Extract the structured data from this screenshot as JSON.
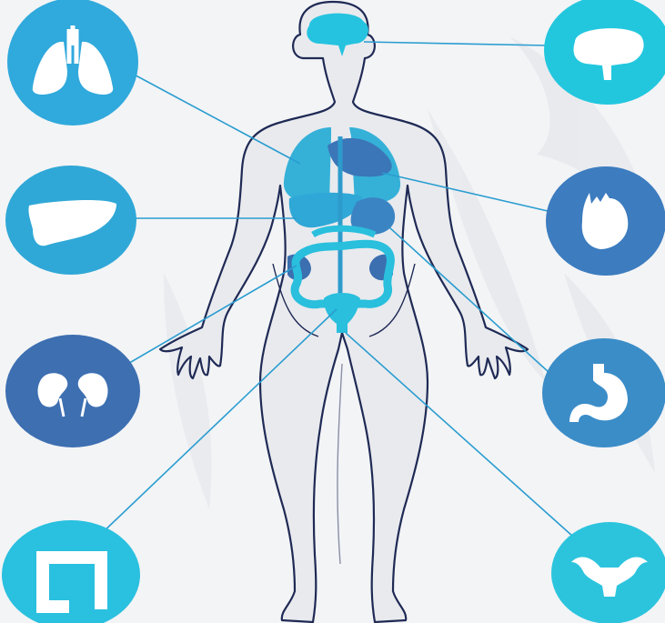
{
  "colors": {
    "background": "#f3f4f6",
    "watermark": "#e8eaee",
    "body_fill": "#e9eaee",
    "body_outline": "#1f2a55",
    "connector": "#2a9dd0",
    "cyan": "#25c3df",
    "teal": "#35b1d8",
    "blue": "#3b82c0",
    "navy": "#3b6fb0"
  },
  "organ_badges": [
    {
      "name": "lungs",
      "icon": "lungs-icon",
      "color": "#30a9dc"
    },
    {
      "name": "brain",
      "icon": "brain-icon",
      "color": "#22c7de"
    },
    {
      "name": "liver",
      "icon": "liver-icon",
      "color": "#2fa8d7"
    },
    {
      "name": "heart",
      "icon": "heart-icon",
      "color": "#3c7cbf"
    },
    {
      "name": "kidneys",
      "icon": "kidneys-icon",
      "color": "#3d6fb1"
    },
    {
      "name": "stomach",
      "icon": "stomach-icon",
      "color": "#3b8dc8"
    },
    {
      "name": "intestines",
      "icon": "intestines-icon",
      "color": "#2ac0df"
    },
    {
      "name": "uterus",
      "icon": "uterus-icon",
      "color": "#2cc4dd"
    }
  ]
}
